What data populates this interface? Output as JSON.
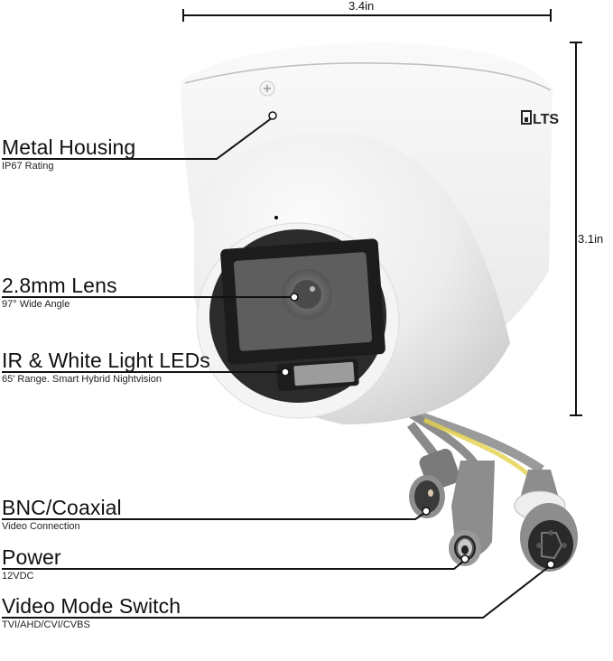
{
  "dimensions": {
    "width_label": "3.4in",
    "height_label": "3.1in"
  },
  "brand": {
    "logo_text": "LTS"
  },
  "callouts": [
    {
      "title": "Metal Housing",
      "subtitle": "IP67 Rating"
    },
    {
      "title": "2.8mm Lens",
      "subtitle": "97° Wide Angle"
    },
    {
      "title": "IR & White Light LEDs",
      "subtitle": "65' Range. Smart Hybrid Nightvision"
    },
    {
      "title": "BNC/Coaxial",
      "subtitle": "Video Connection"
    },
    {
      "title": "Power",
      "subtitle": "12VDC"
    },
    {
      "title": "Video Mode Switch",
      "subtitle": "TVI/AHD/CVI/CVBS"
    }
  ],
  "colors": {
    "housing": "#f2f2f2",
    "housing_shadow": "#d6d6d6",
    "lens_face": "#2b2b2b",
    "cable": "#8a8a8a",
    "cable_tape": "#e4d24a",
    "leader_line": "#111111"
  }
}
